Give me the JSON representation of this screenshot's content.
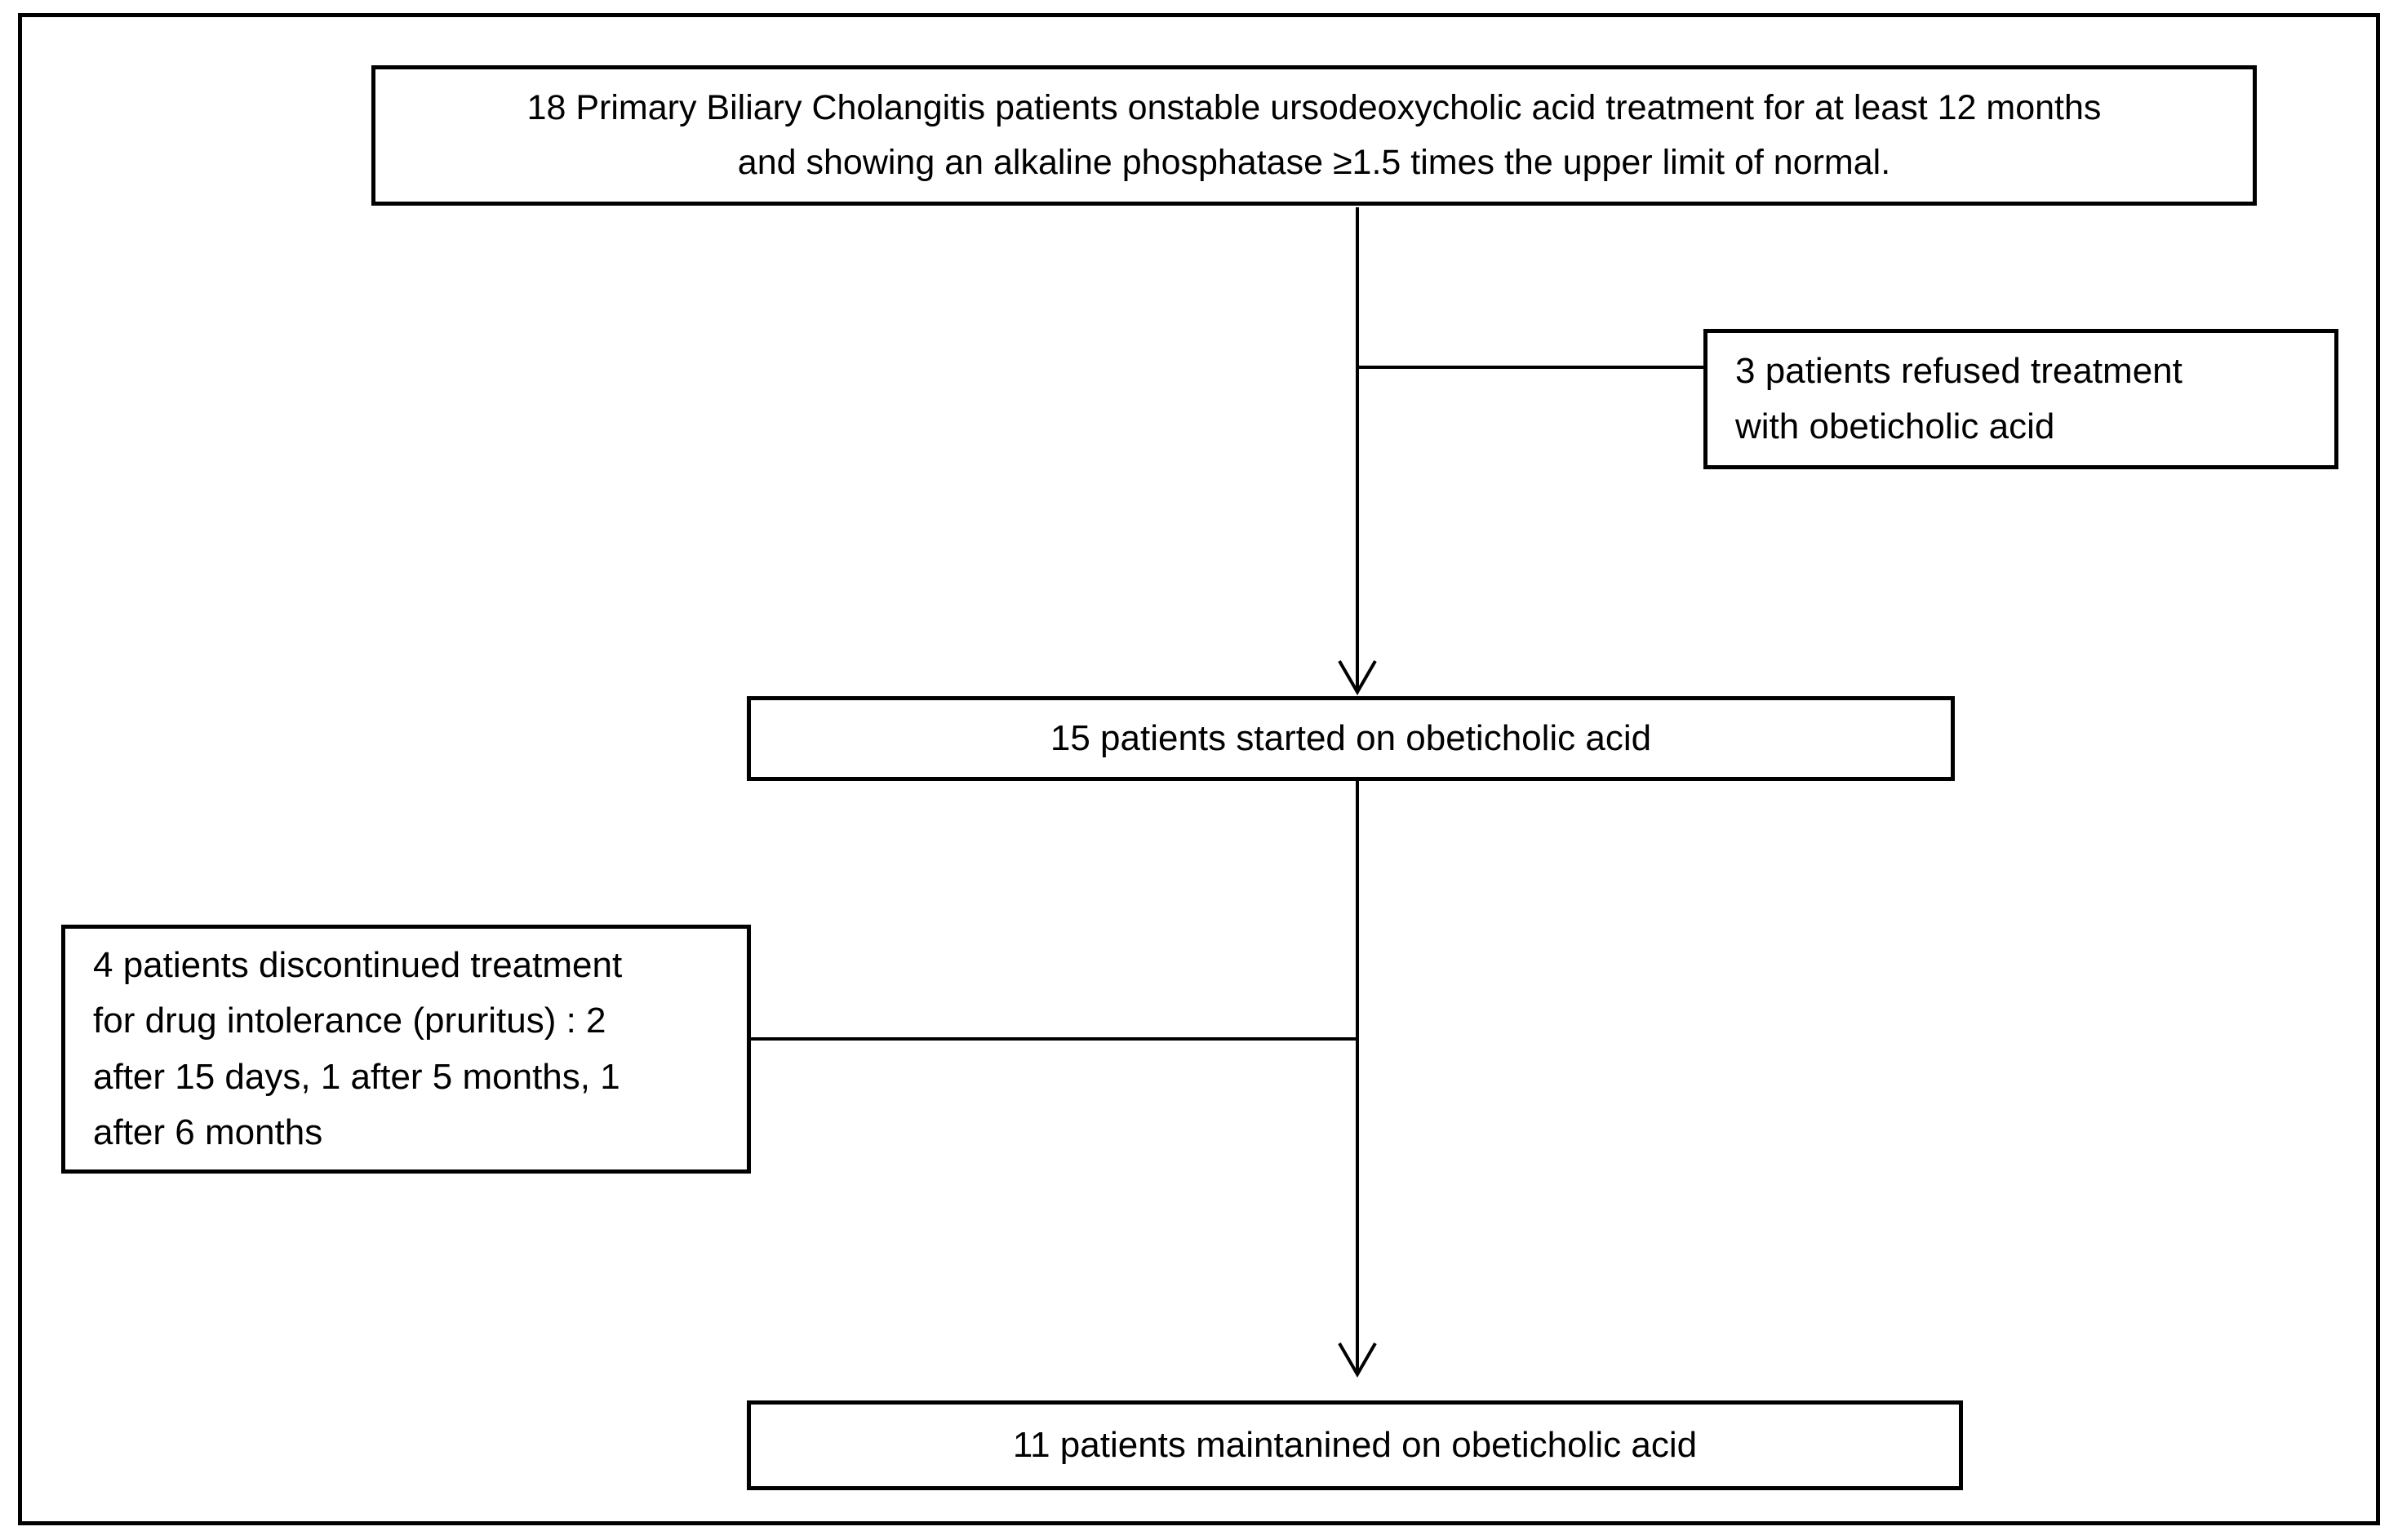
{
  "figure": {
    "background_color": "#ffffff",
    "line_color": "#000000",
    "boxes": {
      "enrolled": "18 Primary Biliary Cholangitis patients onstable ursodeoxycholic acid treatment for at least 12 months\nand showing an alkaline phosphatase ≥1.5 times the upper limit of normal.",
      "refused": "3 patients refused treatment\nwith obeticholic acid",
      "started": "15 patients started on obeticholic acid",
      "discontinued": "4 patients discontinued treatment\nfor drug intolerance (pruritus) : 2\nafter 15 days, 1 after 5 months, 1\nafter 6 months",
      "maintained": "11 patients maintanined on obeticholic acid"
    }
  }
}
